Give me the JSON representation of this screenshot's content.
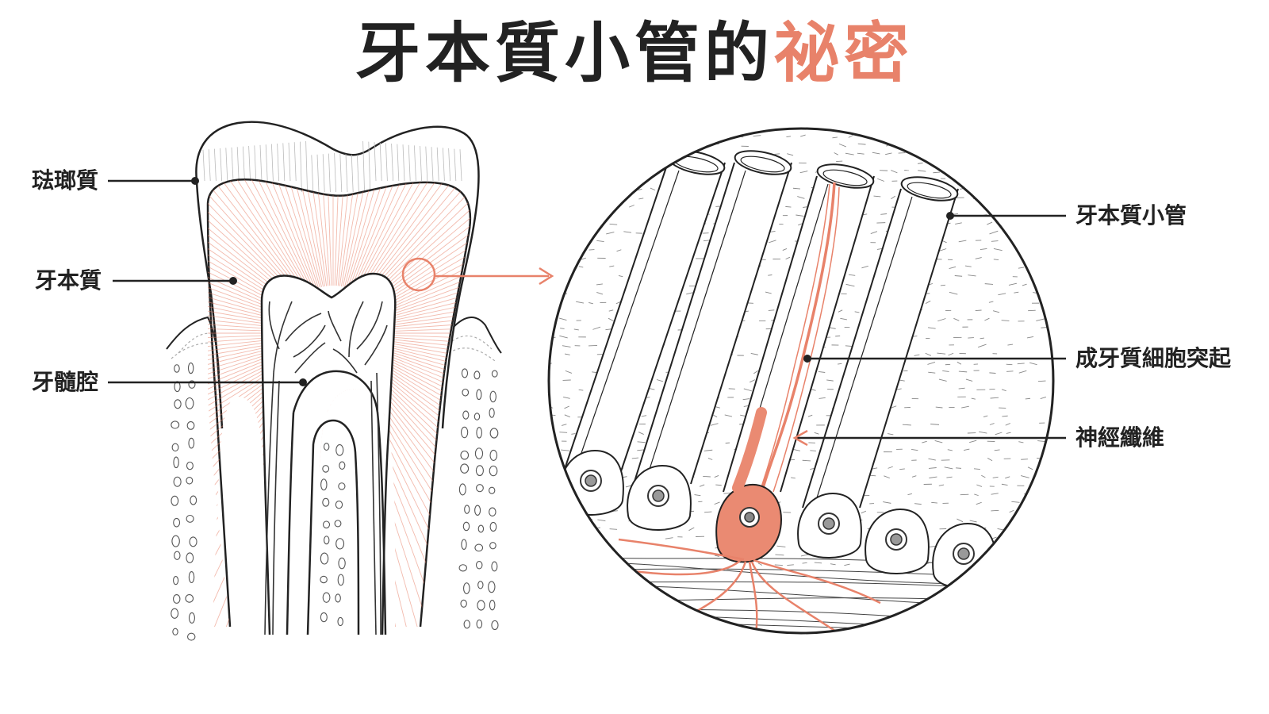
{
  "title": {
    "main": "牙本質小管的",
    "accent": "祕密"
  },
  "colors": {
    "accent": "#e8826a",
    "ink": "#222222"
  },
  "labels": {
    "enamel": "琺瑯質",
    "dentin": "牙本質",
    "pulp": "牙髓腔",
    "tubule": "牙本質小管",
    "odontoblast": "成牙質細胞突起",
    "nerve": "神經纖維"
  }
}
